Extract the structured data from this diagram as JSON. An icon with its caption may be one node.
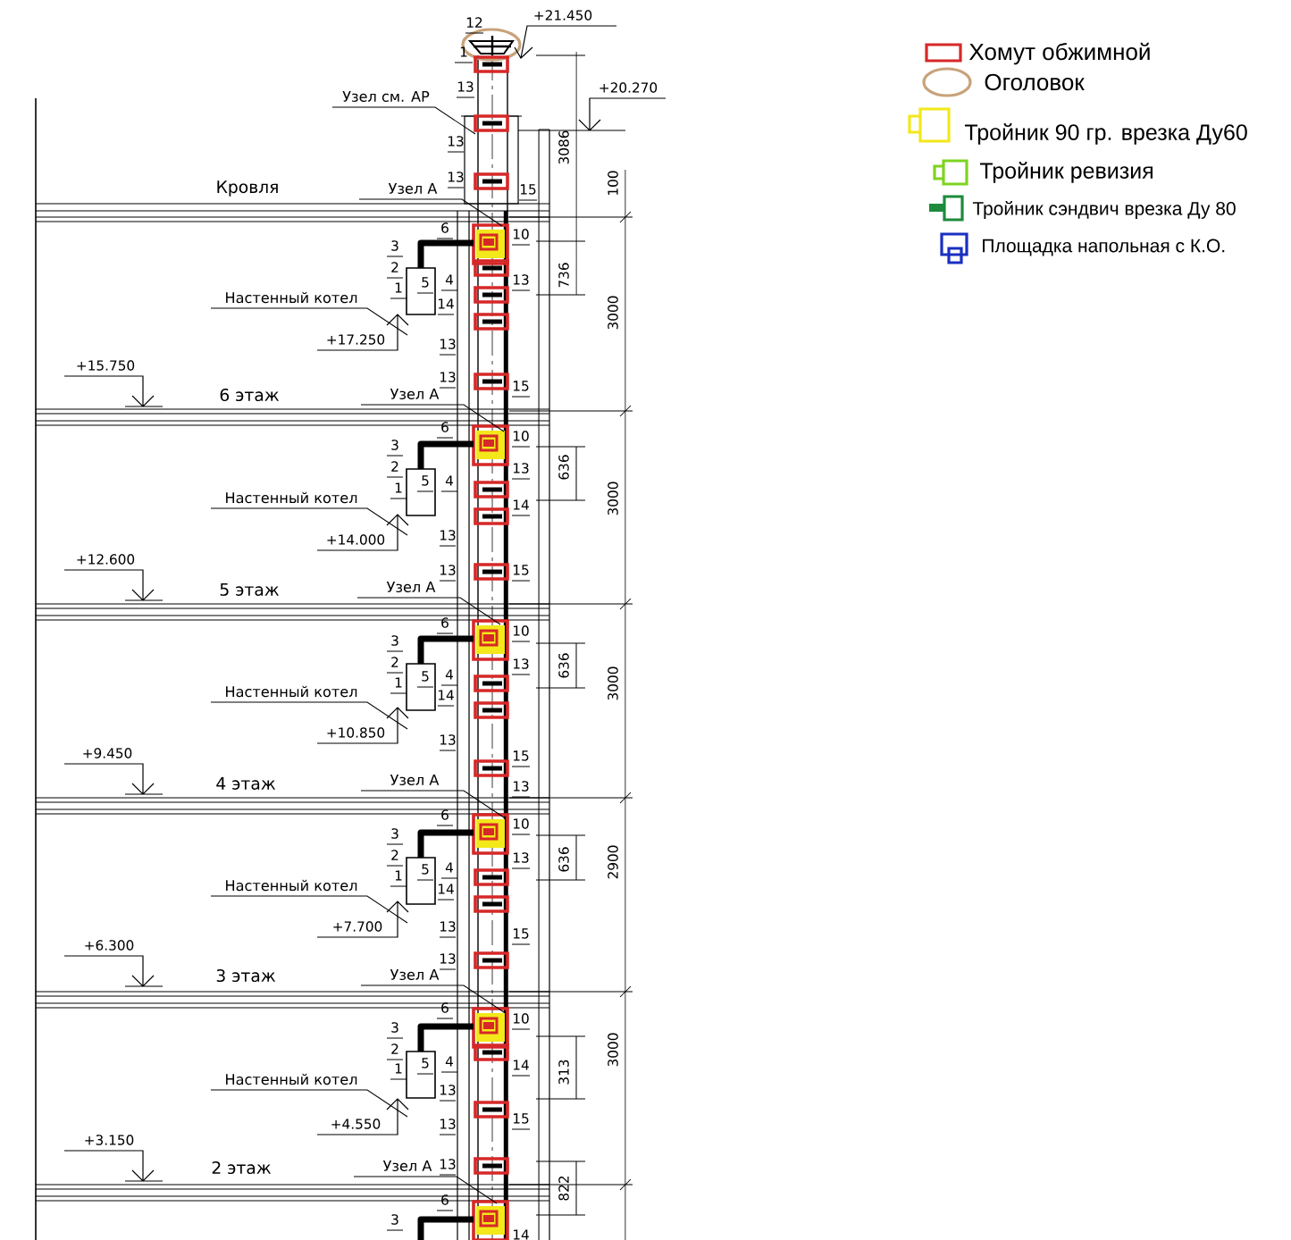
{
  "diagram": {
    "labels": [
      "12",
      "+21.450",
      "1",
      "13",
      "Узел см. АР",
      "+20.270",
      "13",
      "3086",
      "13",
      "Кровля",
      "Узел А",
      "15",
      "100",
      "6",
      "10",
      "3",
      "2",
      "1",
      "5",
      "4",
      "13",
      "736",
      "14",
      "Настенный котел",
      "+17.250",
      "3000",
      "13",
      "13",
      "15",
      "+15.750",
      "6 этаж",
      "Узел А",
      "6",
      "10",
      "3",
      "2",
      "1",
      "5",
      "4",
      "13",
      "636",
      "14",
      "Настенный котел",
      "+14.000",
      "3000",
      "13",
      "13",
      "15",
      "+12.600",
      "5 этаж",
      "Узел А",
      "6",
      "10",
      "3",
      "2",
      "1",
      "5",
      "4",
      "13",
      "636",
      "Настенный котел",
      "14",
      "+10.850",
      "3000",
      "13",
      "+9.450",
      "15",
      "4 этаж",
      "Узел А",
      "13",
      "6",
      "10",
      "3",
      "2",
      "1",
      "5",
      "4",
      "13",
      "636",
      "Настенный котел",
      "14",
      "+7.700",
      "2900",
      "13",
      "15",
      "13",
      "+6.300",
      "3 этаж",
      "Узел А",
      "6",
      "10",
      "3",
      "2",
      "1",
      "5",
      "4",
      "14",
      "313",
      "Настенный котел",
      "13",
      "+4.550",
      "3000",
      "15",
      "13",
      "+3.150",
      "2 этаж",
      "Узел А",
      "13",
      "822",
      "6",
      "3",
      "14"
    ],
    "legend": [
      {
        "text": "Хомут обжимной",
        "color": "#d62828"
      },
      {
        "text": "Оголовок",
        "color": "#c8a27a"
      },
      {
        "text": "Тройник 90 гр. врезка Ду60",
        "color": "#f2e81a"
      },
      {
        "text": "Тройник ревизия",
        "color": "#7ed321"
      },
      {
        "text": "Тройник сэндвич врезка Ду 80",
        "color": "#1e8a3c"
      },
      {
        "text": "Площадка напольная с К.О.",
        "color": "#1a2fc0"
      }
    ]
  }
}
